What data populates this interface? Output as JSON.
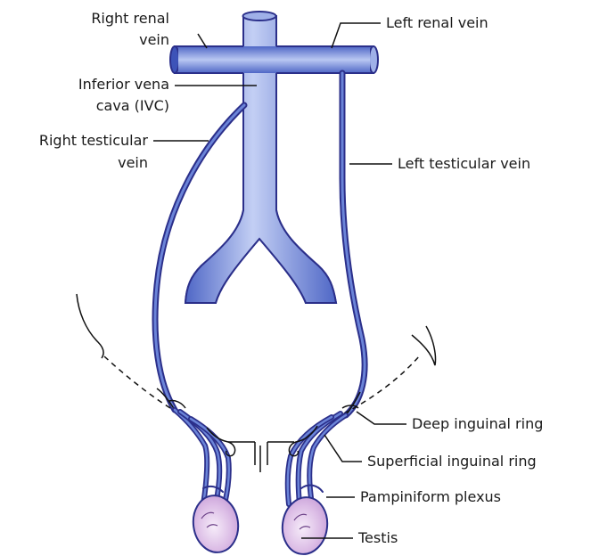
{
  "labels": {
    "right_renal_vein": [
      "Right renal",
      "vein"
    ],
    "left_renal_vein": "Left renal vein",
    "ivc": [
      "Inferior vena",
      "cava (IVC)"
    ],
    "right_testicular_vein": [
      "Right testicular",
      "vein"
    ],
    "left_testicular_vein": "Left testicular vein",
    "deep_inguinal_ring": "Deep inguinal ring",
    "superficial_inguinal_ring": "Superficial inguinal ring",
    "pampiniform_plexus": "Pampiniform plexus",
    "testis": "Testis"
  },
  "colors": {
    "vein_fill": "#5f78d0",
    "vein_light": "#b8c6f0",
    "vein_outline": "#2b2f8a",
    "testis_fill": "#dcbde6",
    "testis_light": "#f4e8f8",
    "testis_outline": "#2b2f8a",
    "leader_line": "#111111"
  }
}
